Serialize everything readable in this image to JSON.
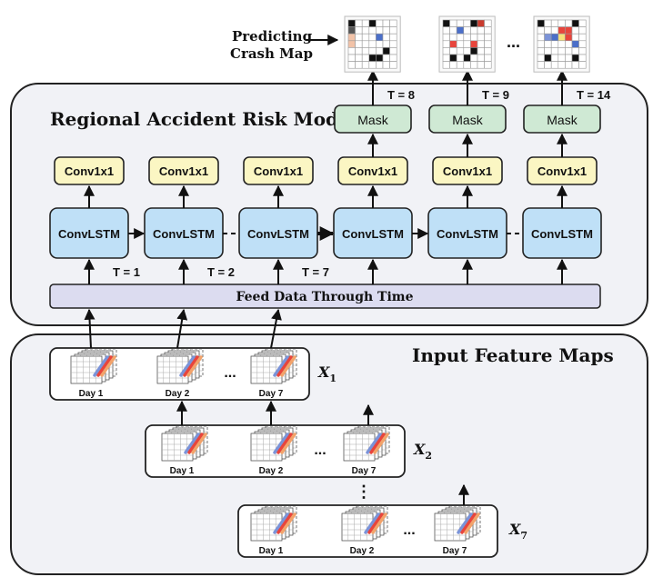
{
  "top": {
    "predicting_line1": "Predicting",
    "predicting_line2": "Crash Map",
    "ellipsis": "..."
  },
  "model": {
    "title": "Regional Accident Risk Model",
    "feed_label": "Feed Data Through Time",
    "convlstm_label": "ConvLSTM",
    "conv_label": "Conv1x1",
    "mask_label": "Mask",
    "input_times": [
      "T = 1",
      "T = 2",
      "T = 7"
    ],
    "output_times": [
      "T = 8",
      "T = 9",
      "T = 14"
    ]
  },
  "inputs": {
    "title": "Input Feature Maps",
    "ellipsis": "...",
    "vdots": "⋮",
    "groups": [
      {
        "var": "X",
        "sub": "1",
        "days": [
          "Day 1",
          "Day 2",
          "Day 7"
        ]
      },
      {
        "var": "X",
        "sub": "2",
        "days": [
          "Day 1",
          "Day 2",
          "Day 7"
        ]
      },
      {
        "var": "X",
        "sub": "7",
        "days": [
          "Day 1",
          "Day 2",
          "Day 7"
        ]
      }
    ]
  },
  "colors": {
    "panel_fill": "#f1f2f6",
    "convlstm_fill": "#bfe0f7",
    "conv_fill": "#fbf6c3",
    "mask_fill": "#cfe9d4",
    "feed_fill": "#dcdcf0",
    "stack_orange": "#f2a36b",
    "stack_red": "#e8453c",
    "stack_blue": "#7b93d8"
  }
}
